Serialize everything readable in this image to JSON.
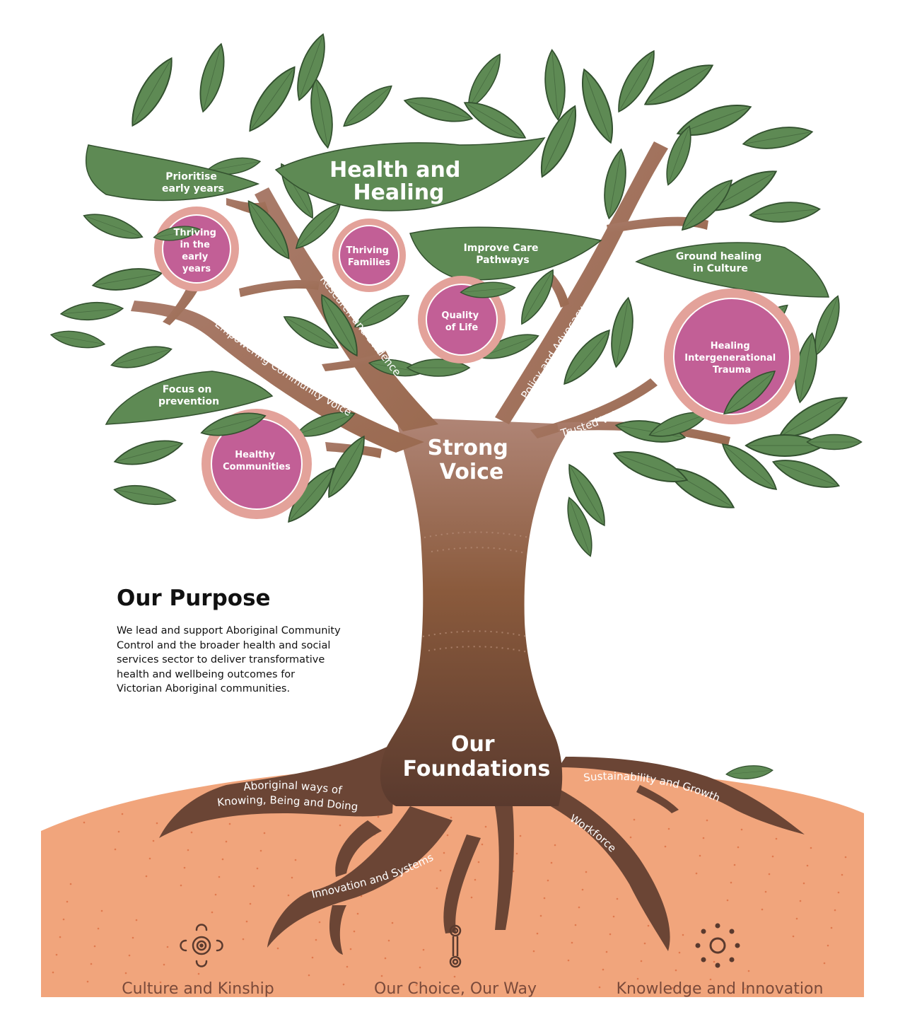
{
  "tree": {
    "crown_title": [
      "Health and",
      "Healing"
    ],
    "trunk_title": [
      "Strong",
      "Voice"
    ],
    "roots_title": [
      "Our",
      "Foundations"
    ],
    "leaf_labels": {
      "prioritise": [
        "Prioritise",
        "early years"
      ],
      "care": [
        "Improve Care",
        "Pathways"
      ],
      "ground": [
        "Ground healing",
        "in Culture"
      ],
      "prevention": [
        "Focus on",
        "prevention"
      ]
    },
    "circle_labels": {
      "early": [
        "Thriving",
        "in the",
        "early",
        "years"
      ],
      "families": [
        "Thriving",
        "Families"
      ],
      "quality": [
        "Quality",
        "of Life"
      ],
      "healing": [
        "Healing",
        "Intergenerational",
        "Trauma"
      ],
      "communities": [
        "Healthy",
        "Communities"
      ]
    },
    "branch_labels": {
      "research": "Research and Evidence",
      "empowering": "Empowering Community Voice",
      "policy": "Policy and Advocacy",
      "trusted": "Trusted Voice"
    },
    "root_labels": {
      "aboriginal": [
        "Aboriginal ways of",
        "Knowing, Being and Doing"
      ],
      "innovation": "Innovation and Systems",
      "workforce": "Workforce",
      "sustainability": "Sustainability and Growth"
    }
  },
  "purpose": {
    "title": "Our Purpose",
    "body": "We lead and support Aboriginal Community Control and the broader health and social services sector to deliver transformative health and wellbeing outcomes for Victorian Aboriginal communities."
  },
  "values": [
    {
      "label": "Culture and Kinship",
      "icon": "kinship-icon"
    },
    {
      "label": "Our Choice, Our Way",
      "icon": "path-icon"
    },
    {
      "label": "Knowledge and Innovation",
      "icon": "sun-icon"
    }
  ],
  "colors": {
    "leaf": "#5e8a54",
    "leaf_dark": "#33512f",
    "circle_outer": "#e3a29a",
    "circle_inner": "#c25f96",
    "trunk_top": "#a97b6a",
    "trunk_bottom": "#5a3a2e",
    "ground": "#f1a57c",
    "value_text": "#7a4a3a"
  }
}
